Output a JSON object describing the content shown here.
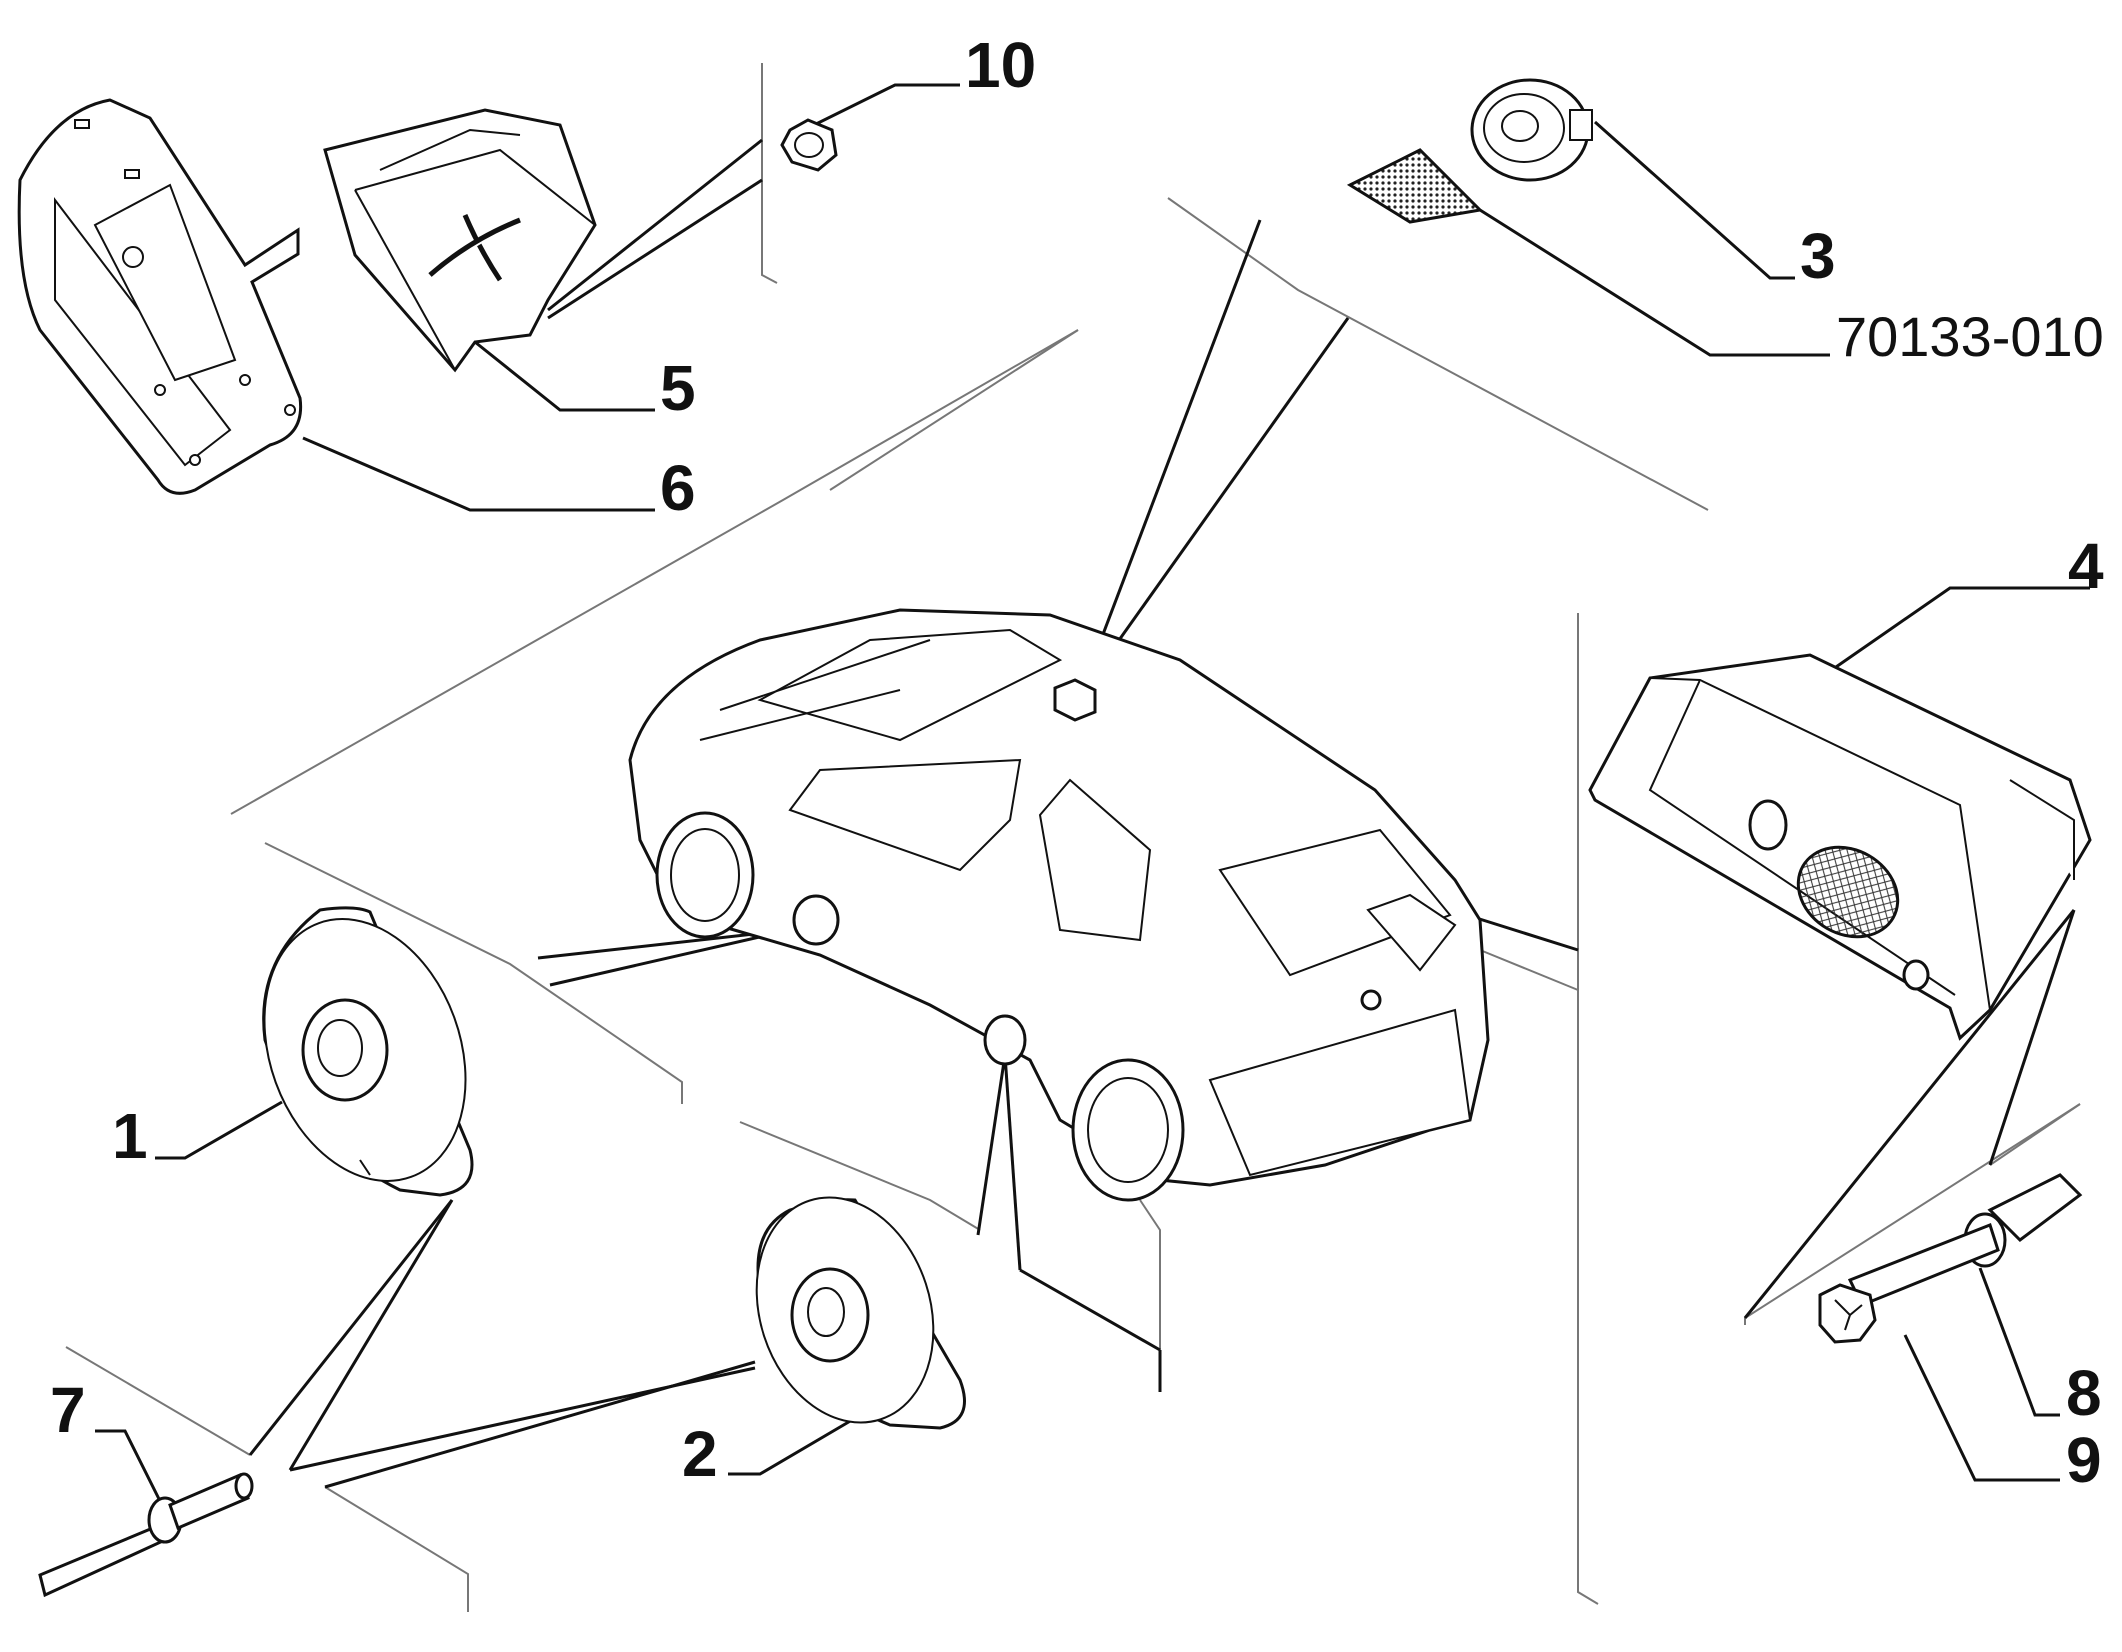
{
  "diagram": {
    "callouts": {
      "c1": "1",
      "c2": "2",
      "c3": "3",
      "c4": "4",
      "c5": "5",
      "c6": "6",
      "c7": "7",
      "c8": "8",
      "c9": "9",
      "c10": "10",
      "c_grille": "70133-010"
    }
  }
}
